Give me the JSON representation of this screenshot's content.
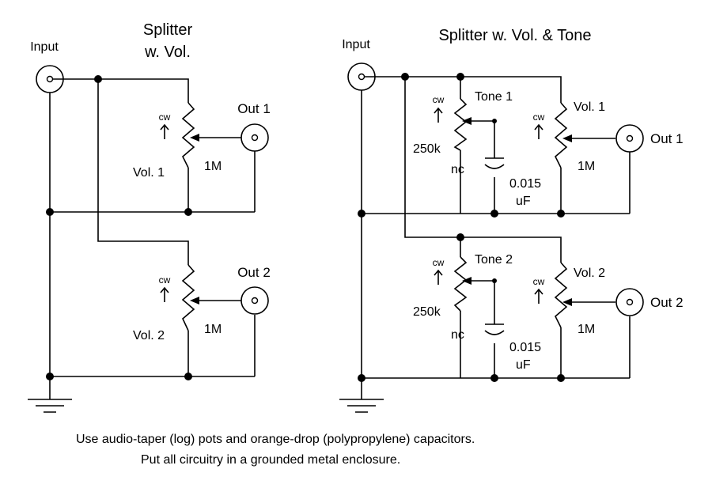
{
  "left": {
    "title_line1": "Splitter",
    "title_line2": "w. Vol.",
    "input_label": "Input",
    "out1": "Out 1",
    "out2": "Out 2",
    "vol1": "Vol. 1",
    "vol2": "Vol. 2",
    "pot_value": "1M",
    "cw": "cw"
  },
  "right": {
    "title": "Splitter w.  Vol. & Tone",
    "input_label": "Input",
    "out1": "Out 1",
    "out2": "Out 2",
    "tone1": "Tone 1",
    "tone2": "Tone 2",
    "vol1": "Vol. 1",
    "vol2": "Vol. 2",
    "tone_pot_value": "250k",
    "vol_pot_value": "1M",
    "nc": "nc",
    "cap_value_line1": "0.015",
    "cap_value_line2": "uF",
    "cw": "cw"
  },
  "notes": {
    "line1": "Use audio-taper (log) pots and orange-drop (polypropylene) capacitors.",
    "line2": "Put all circuitry in a grounded metal enclosure."
  }
}
